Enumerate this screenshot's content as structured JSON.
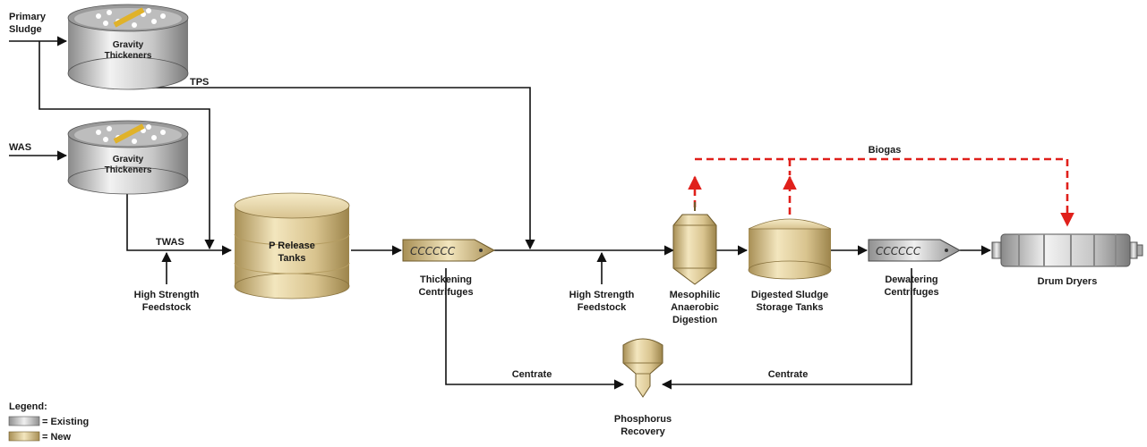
{
  "labels": {
    "primary_sludge_1": "Primary",
    "primary_sludge_2": "Sludge",
    "was": "WAS",
    "gt1_1": "Gravity",
    "gt1_2": "Thickeners",
    "gt2_1": "Gravity",
    "gt2_2": "Thickeners",
    "tps": "TPS",
    "twas": "TWAS",
    "hsf1_1": "High Strength",
    "hsf1_2": "Feedstock",
    "prelease_1": "P Release",
    "prelease_2": "Tanks",
    "thick_cent_1": "Thickening",
    "thick_cent_2": "Centrifuges",
    "hsf2_1": "High Strength",
    "hsf2_2": "Feedstock",
    "meso_1": "Mesophilic",
    "meso_2": "Anaerobic",
    "meso_3": "Digestion",
    "dsst_1": "Digested Sludge",
    "dsst_2": "Storage Tanks",
    "dew_cent_1": "Dewatering",
    "dew_cent_2": "Centrifuges",
    "drum_dryers": "Drum Dryers",
    "biogas": "Biogas",
    "centrate_left": "Centrate",
    "centrate_right": "Centrate",
    "phos_1": "Phosphorus",
    "phos_2": "Recovery"
  },
  "legend": {
    "title": "Legend:",
    "existing": "= Existing",
    "new": "= New"
  },
  "colors": {
    "flow_line": "#111111",
    "biogas_line": "#e0201b",
    "existing_fill": "#c9c9c9",
    "new_fill": "#d8c390"
  }
}
